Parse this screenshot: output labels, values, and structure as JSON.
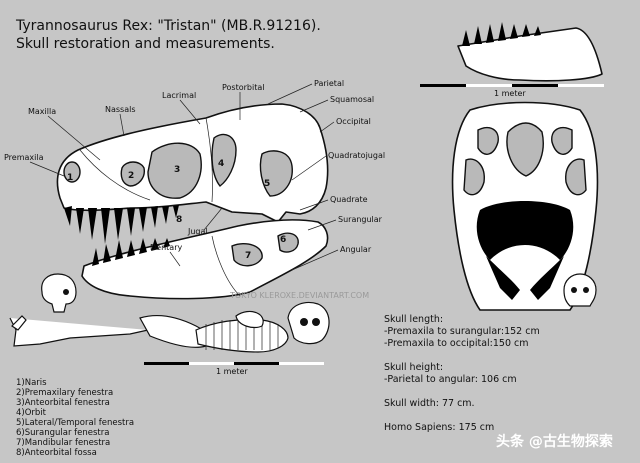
{
  "title": {
    "line1": "Tyrannosaurus Rex: \"Tristan\" (MB.R.91216).",
    "line2": "Skull restoration and measurements."
  },
  "labels": {
    "maxilla": "Maxilla",
    "nassals": "Nassals",
    "lacrimal": "Lacrimal",
    "postorbital": "Postorbital",
    "parietal": "Parietal",
    "squamosal": "Squamosal",
    "occipital": "Occipital",
    "premaxila": "Premaxila",
    "quadratojugal": "Quadratojugal",
    "quadrate": "Quadrate",
    "surangular": "Surangular",
    "jugal": "Jugal",
    "dentary": "Dentary",
    "angular": "Angular"
  },
  "fenestra_numbers": [
    "1",
    "2",
    "3",
    "4",
    "5",
    "6",
    "7",
    "8"
  ],
  "scale_bars": {
    "top": "1 meter",
    "bottom": "1 meter"
  },
  "legend": [
    "1)Naris",
    "2)Premaxilary fenestra",
    "3)Anteorbital fenestra",
    "4)Orbit",
    "5)Lateral/Temporal fenestra",
    "6)Surangular fenestra",
    "7)Mandibular fenestra",
    "8)Anteorbital fossa"
  ],
  "measurements": {
    "length_heading": "Skull length:",
    "length_a": "-Premaxila to surangular:152 cm",
    "length_b": "-Premaxila to occipital:150 cm",
    "height_heading": "Skull height:",
    "height_a": "-Parietal to angular: 106 cm",
    "width": "Skull width: 77 cm.",
    "human": "Homo Sapiens: 175 cm"
  },
  "watermark": "TOKYO KLEROXE.DEVIANTART.COM",
  "caption_overlay": "头条 @古生物探索",
  "colors": {
    "background": "#c6c6c6",
    "bone": "#ffffff",
    "outline": "#111111",
    "fenestra": "#b9b9b9"
  }
}
